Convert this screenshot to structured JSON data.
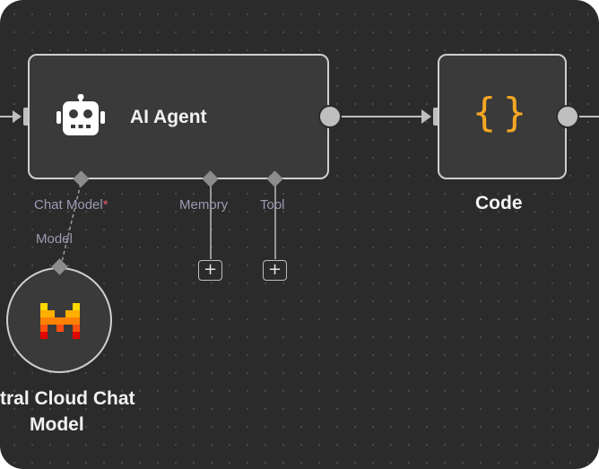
{
  "nodes": {
    "agent": {
      "title": "AI Agent",
      "icon": "robot-icon"
    },
    "code": {
      "title": "Code",
      "icon_text": "{}",
      "icon": "curly-braces-icon",
      "icon_color": "#f5a623"
    },
    "chat_model": {
      "title_line1": "tral Cloud Chat",
      "title_line2": "Model",
      "icon": "mistral-logo-icon",
      "connector_label": "Model"
    }
  },
  "connectors": {
    "chat_model": {
      "label": "Chat Model",
      "required_mark": "*"
    },
    "memory": {
      "label": "Memory",
      "add_label": "+"
    },
    "tool": {
      "label": "Tool",
      "add_label": "+"
    }
  },
  "colors": {
    "canvas": "#2b2b2b",
    "node_fill": "#3a3a3a",
    "node_border": "#cfcfcf",
    "sub_label": "#9a9ab4",
    "required": "#e05a6d"
  }
}
